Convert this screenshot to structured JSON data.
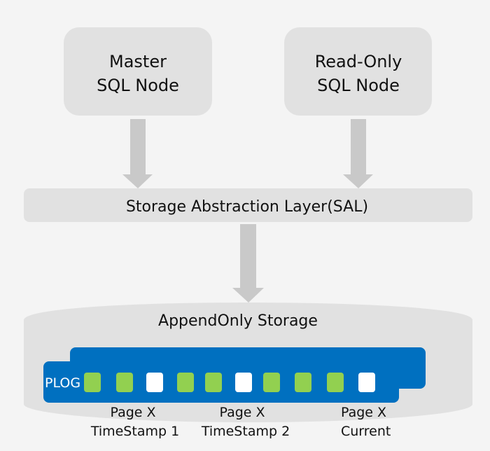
{
  "colors": {
    "background": "#f4f4f4",
    "box_fill": "#e1e1e1",
    "arrow_fill": "#c9c9c9",
    "plog_blue": "#0070c0",
    "page_green": "#92d050",
    "page_white": "#ffffff"
  },
  "nodes": {
    "master": {
      "line1": "Master",
      "line2": "SQL Node"
    },
    "read_only": {
      "line1": "Read-Only",
      "line2": "SQL Node"
    }
  },
  "sal": {
    "label": "Storage Abstraction Layer(SAL)"
  },
  "storage": {
    "title": "AppendOnly Storage",
    "plog_label": "PLOG",
    "pages": [
      "green",
      "green",
      "white",
      "green",
      "green",
      "white",
      "green",
      "green",
      "green",
      "white"
    ]
  },
  "page_labels": [
    {
      "line1": "Page X",
      "line2": "TimeStamp 1"
    },
    {
      "line1": "Page X",
      "line2": "TimeStamp 2"
    },
    {
      "line1": "Page X",
      "line2": "Current"
    }
  ]
}
